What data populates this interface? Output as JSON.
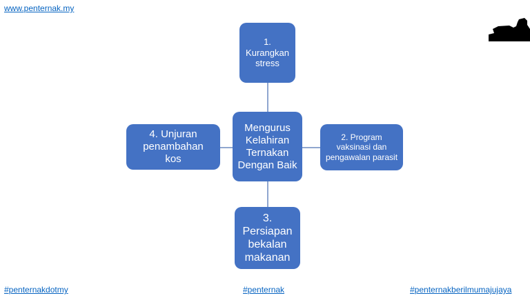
{
  "header": {
    "site_link": "www.penternak.my"
  },
  "diagram": {
    "center": "Mengurus Kelahiran Ternakan Dengan Baik",
    "top": {
      "num": "1.",
      "text": "Kurangkan stress"
    },
    "right": {
      "num": "2. Program",
      "text": "vaksinasi dan pengawalan parasit"
    },
    "bottom": {
      "num": "3.",
      "text": "Persiapan bekalan makanan"
    },
    "left": {
      "text": "4. Unjuran penambahan kos"
    }
  },
  "footer": {
    "left": "#penternakdotmy",
    "center": "#penternak",
    "right": "#penternakberilmumajujaya"
  },
  "colors": {
    "box": "#4472c4",
    "connector": "#8fa6cf",
    "link": "#0563c1"
  },
  "icons": {
    "logo": "farmer-silhouette-icon"
  }
}
